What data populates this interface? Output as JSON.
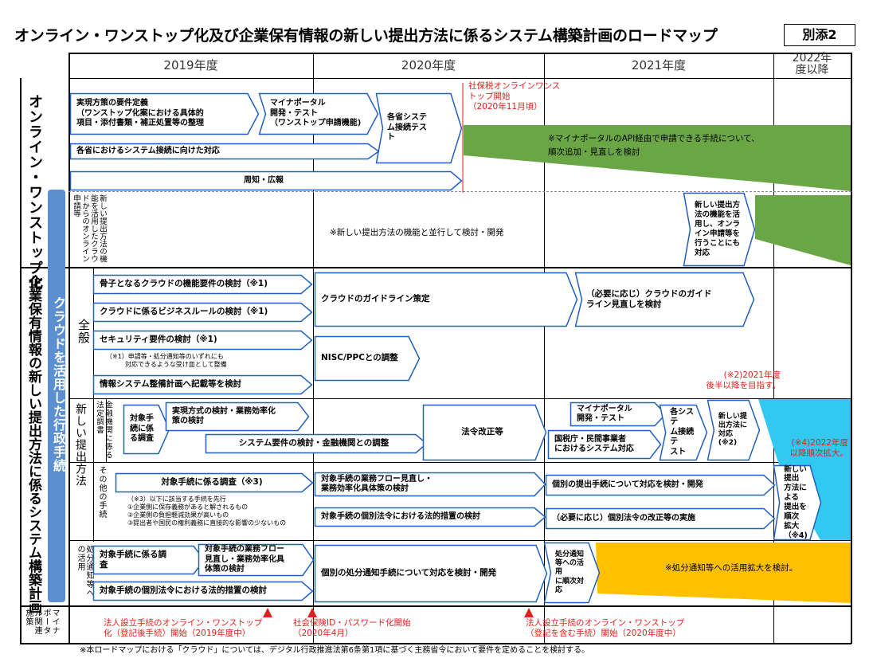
{
  "title": "オンライン・ワンストップ化及び企業保有情報の新しい提出方法に係るシステム構築計画のロードマップ",
  "badge": "別添2",
  "years": [
    "2019年度",
    "2020年度",
    "2021年度",
    "2022年\n度以降"
  ],
  "sections": {
    "online": "オンライン・ワンストップ化",
    "corporate": "企業保有情報の新しい提出方法に係るシステム構築計画",
    "cloud": "クラウドを活用した行政手続",
    "related": "マイナポータル関連施策",
    "general": "全般",
    "new_method": "新しい提出方法",
    "new_method_sub": "金融機関に係る法定調書",
    "other": "その他の手続",
    "disposition": "処分通知等への活用"
  },
  "online": {
    "a1": "実現方策の要件定義\n（ワンストップ化案における具体的\n項目・添付書類・補正処置等の整理",
    "a2": "マイナポータル\n開発・テスト\n（ワンストップ申請機能)",
    "a3": "各省システ\nム接続テス\nト",
    "a4": "各省におけるシステム接続に向けた対応",
    "a5": "周知・広報",
    "start_note": "社保税オンラインワンス\nトップ開始\n（2020年11月頃）",
    "green_note": "※マイナポータルのAPI経由で申請できる手続について、\n順次追加・見直しを検討",
    "cloud_side": "新しい提出方法の機能を活用したクラウドからのオンライン申請等",
    "cloud_mid": "※新しい提出方法の機能と並行して検討・開発",
    "cloud_end": "新しい提出方法の機能を活用し、オンライン申請等を行うことにも対応"
  },
  "general": {
    "g1": "骨子となるクラウドの機能要件の検討（※1)",
    "g2": "クラウドに係るビジネスルールの検討（※1)",
    "g3": "セキュリティ要件の検討（※1)",
    "g3_note": "（※1）申請等・処分通知等のいずれにも\n　　　対応できるような受け皿として整備",
    "g4": "情報システム整備計画へ記載等を検討",
    "g5": "クラウドのガイドライン策定",
    "g6": "（必要に応じ）クラウドのガイド\nライン見直しを検討",
    "g7": "NISC/PPCとの調整"
  },
  "newmethod": {
    "n1": "対象手\n続に係\nる調査",
    "n2": "実現方式の検討・業務効率化\n策の検討",
    "n3": "システム要件の検討・金融機関との調整",
    "n4": "法令改正等",
    "n5": "マイナポータル\n開発・テスト",
    "n6": "国税庁・民間事業者\nにおけるシステム対応",
    "n7": "各システ\nム接続テ\nスト",
    "n8": "新しい提\n出方法に\n対応\n(※2)",
    "red1": "(※2)2021年度\n後半以降を目指す。",
    "red2": "(※4)2022年度\n以降順次拡大。"
  },
  "other": {
    "o1": "対象手続に係る調査（※3)",
    "o1_note": "（※3）以下に該当する手続を先行\n①企業側に保存義務があると解されるもの\n②企業側の負担軽減効果が高いもの\n③提出者や国民の権利義務に直接的な影響の少ないもの",
    "o2": "対象手続の業務フロー見直し・\n業務効率化具体策の検討",
    "o3": "対象手続の個別法令における法的措置の検討",
    "o4": "個別の提出手続について対応を検討・開発",
    "o5": "（必要に応じ）個別法令の改正等の実施",
    "o6": "新しい提出\n方法による\n提出を順次\n拡大（※4)"
  },
  "disposition": {
    "d1": "対象手続に係る調\n査",
    "d2": "対象手続の業務フロー\n見直し・業務効率化具\n体策の検討",
    "d3": "対象手続の個別法令における法的措置の検討",
    "d4": "個別の処分通知手続について対応を検討・開発",
    "d5": "処分通知\n等への活用\nに順次対応",
    "d6": "※処分通知等への活用拡大を検討。"
  },
  "related": {
    "r1": "法人設立手続のオンライン・ワンストップ\n化（登記後手続）開始（2019年度中）",
    "r2": "社会保険ID・パスワード化開始\n（2020年4月）",
    "r3": "法人設立手続のオンライン・ワンストップ\n（登記を含む手続）開始（2020年度中）"
  },
  "footnote": "※本ロードマップにおける「クラウド」については、デジタル行政推進法第6条第1項に基づく主務省令において要件を定めることを検討する。",
  "colors": {
    "arrow": "#1f5fbf",
    "green": "#6aa646",
    "cyan": "#33c8f0",
    "orange": "#ffc000",
    "cloudbar": "#5b8fd0",
    "red": "#e0201a"
  }
}
